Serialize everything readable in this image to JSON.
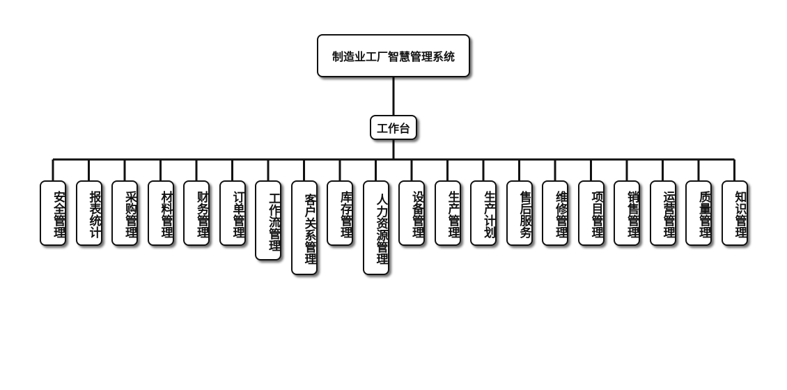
{
  "root": {
    "label": "制造业工厂智慧管理系统"
  },
  "hub": {
    "label": "工作台"
  },
  "modules": [
    "安全管理",
    "报表统计",
    "采购管理",
    "材料管理",
    "财务管理",
    "订单管理",
    "工作流管理",
    "客户关系管理",
    "库存管理",
    "人力资源管理",
    "设备管理",
    "生产管理",
    "生产计划",
    "售后服务",
    "维修管理",
    "项目管理",
    "销售管理",
    "运营管理",
    "质量管理",
    "知识管理"
  ],
  "colors": {
    "line": "#111111",
    "border": "#111111",
    "fill": "#ffffff"
  }
}
